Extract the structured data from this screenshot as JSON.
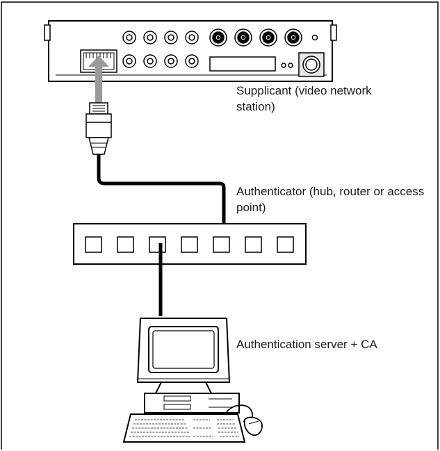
{
  "diagram": {
    "labels": {
      "supplicant": "Supplicant (video network station)",
      "authenticator": "Authenticator (hub, router or access point)",
      "server": "Authentication server + CA"
    }
  }
}
